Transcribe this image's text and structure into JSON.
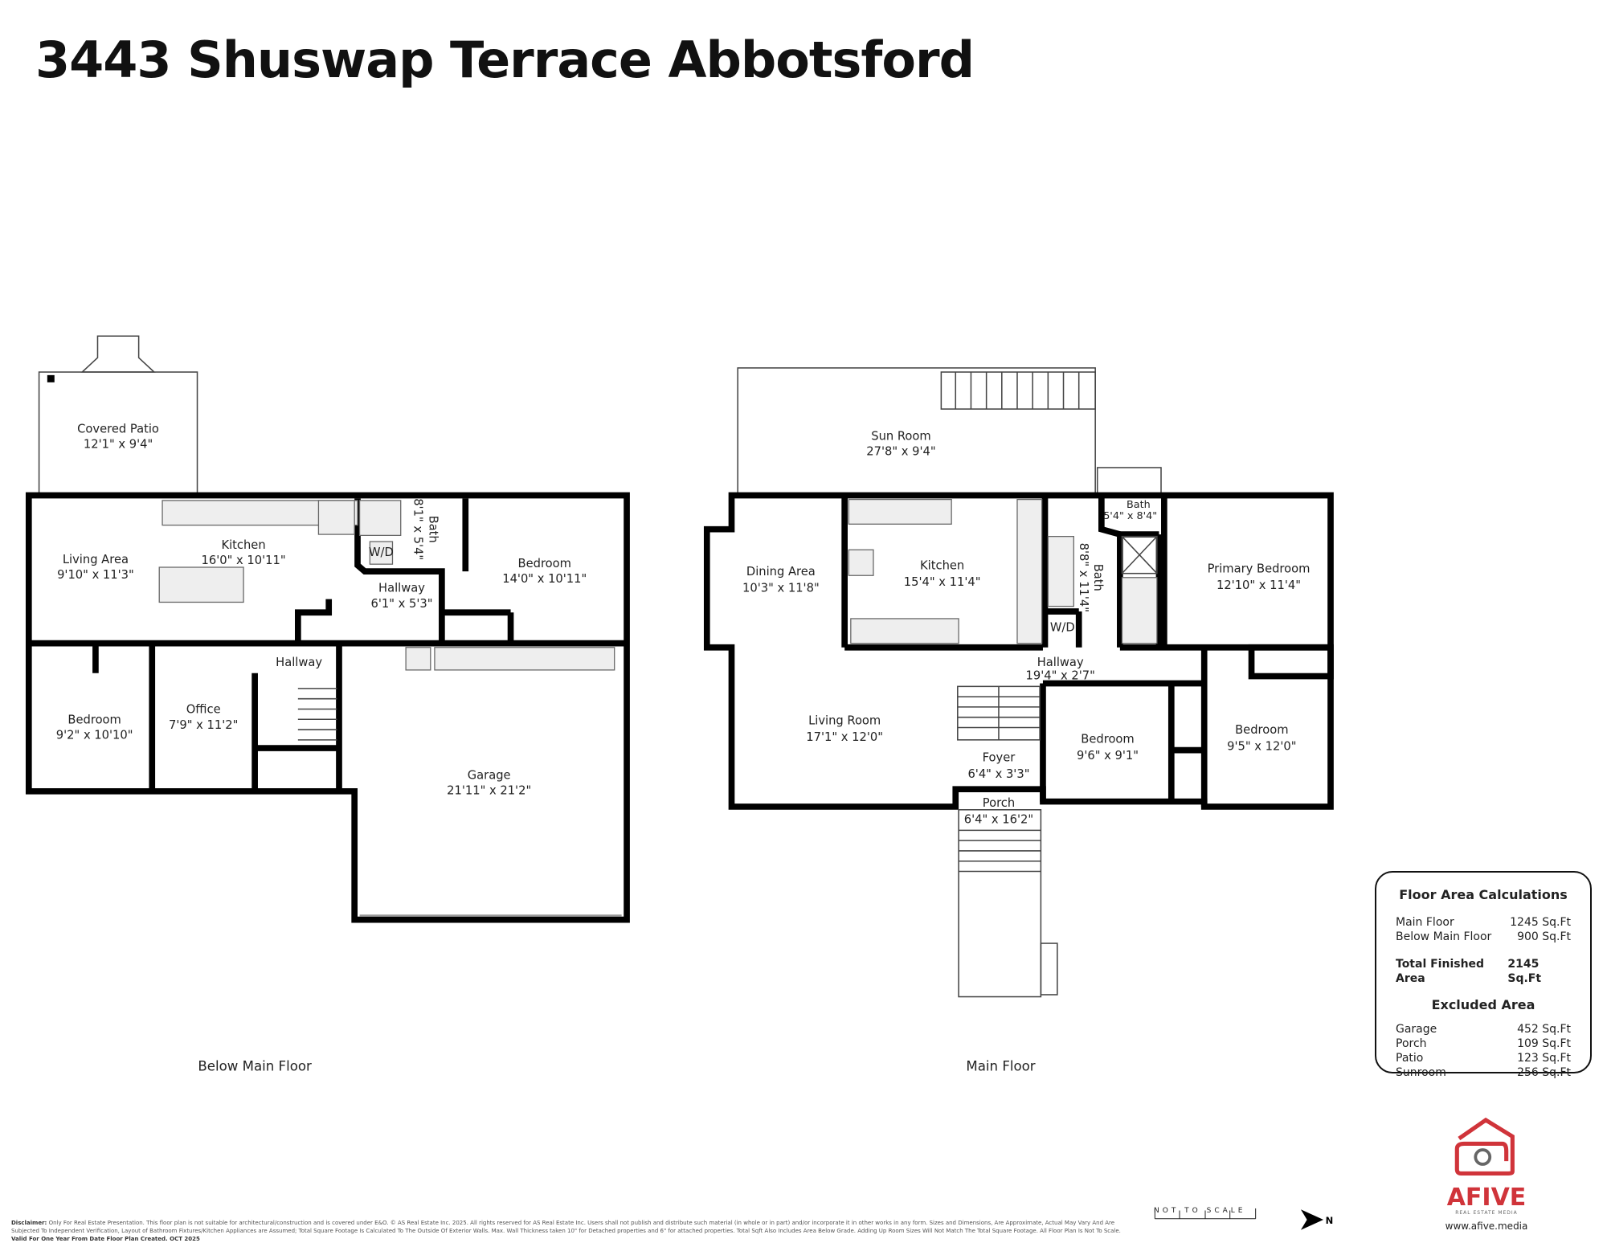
{
  "title": "3443 Shuswap Terrace Abbotsford",
  "floors": {
    "below": {
      "label": "Below Main Floor",
      "rooms": [
        {
          "name": "Covered Patio",
          "size": "12'1\" x 9'4\""
        },
        {
          "name": "Living Area",
          "size": "9'10\" x 11'3\""
        },
        {
          "name": "Kitchen",
          "size": "16'0\" x 10'11\""
        },
        {
          "name": "Bath",
          "size": "8'1\" x 5'4\""
        },
        {
          "name": "Hallway",
          "size": "6'1\" x 5'3\""
        },
        {
          "name": "Bedroom",
          "size": "14'0\" x 10'11\""
        },
        {
          "name": "Bedroom",
          "size": "9'2\" x 10'10\""
        },
        {
          "name": "Office",
          "size": "7'9\" x 11'2\""
        },
        {
          "name": "Hallway",
          "size": ""
        },
        {
          "name": "Garage",
          "size": "21'11\" x 21'2\""
        }
      ],
      "wd": "W/D"
    },
    "main": {
      "label": "Main Floor",
      "rooms": [
        {
          "name": "Sun Room",
          "size": "27'8\" x 9'4\""
        },
        {
          "name": "Dining Area",
          "size": "10'3\" x 11'8\""
        },
        {
          "name": "Kitchen",
          "size": "15'4\" x 11'4\""
        },
        {
          "name": "Bath",
          "size": "8'8\" x 11'4\""
        },
        {
          "name": "Bath",
          "size": "5'4\" x 8'4\""
        },
        {
          "name": "Primary Bedroom",
          "size": "12'10\" x 11'4\""
        },
        {
          "name": "Hallway",
          "size": "19'4\" x 2'7\""
        },
        {
          "name": "Living Room",
          "size": "17'1\" x 12'0\""
        },
        {
          "name": "Foyer",
          "size": "6'4\" x 3'3\""
        },
        {
          "name": "Porch",
          "size": "6'4\" x 16'2\""
        },
        {
          "name": "Bedroom",
          "size": "9'6\" x 9'1\""
        },
        {
          "name": "Bedroom",
          "size": "9'5\" x 12'0\""
        }
      ],
      "wd": "W/D"
    }
  },
  "calculations": {
    "heading": "Floor Area Calculations",
    "rows": [
      {
        "label": "Main Floor",
        "value": "1245 Sq.Ft"
      },
      {
        "label": "Below Main Floor",
        "value": "900 Sq.Ft"
      }
    ],
    "total": {
      "label": "Total Finished Area",
      "value": "2145 Sq.Ft"
    },
    "excluded_heading": "Excluded Area",
    "excluded": [
      {
        "label": "Garage",
        "value": "452 Sq.Ft"
      },
      {
        "label": "Porch",
        "value": "109 Sq.Ft"
      },
      {
        "label": "Patio",
        "value": "123 Sq.Ft"
      },
      {
        "label": "Sunroom",
        "value": "256 Sq.Ft"
      }
    ]
  },
  "disclaimer": {
    "label": "Disclaimer:",
    "text": "Only For Real Estate Presentation. This floor plan is not suitable for architectural/construction and is covered under E&O. © AS Real Estate Inc. 2025. All rights reserved for AS Real Estate Inc. Users shall not publish and distribute such material (in whole or in part) and/or incorporate it in other works in any form. Sizes and Dimensions, Are Approximate, Actual May Vary And Are Subjected To Independent Verification, Layout of Bathroom Fixtures/Kitchen Appliances are Assumed; Total Square Footage Is Calculated To The Outside Of Exterior Walls. Max. Wall Thickness taken 10\" for Detached properties and 6\" for attached properties. Total Sqft Also Includes Area Below Grade. Adding Up Room Sizes Will Not Match The Total Square Footage. All Floor Plan Is Not To Scale.",
    "valid": "Valid For One Year From Date Floor Plan Created. OCT 2025"
  },
  "scale_label": "NOT TO SCALE",
  "north_label": "N",
  "logo": {
    "brand": "AFIVE",
    "tagline": "REAL ESTATE MEDIA",
    "url": "www.afive.media",
    "color": "#d0343a"
  }
}
